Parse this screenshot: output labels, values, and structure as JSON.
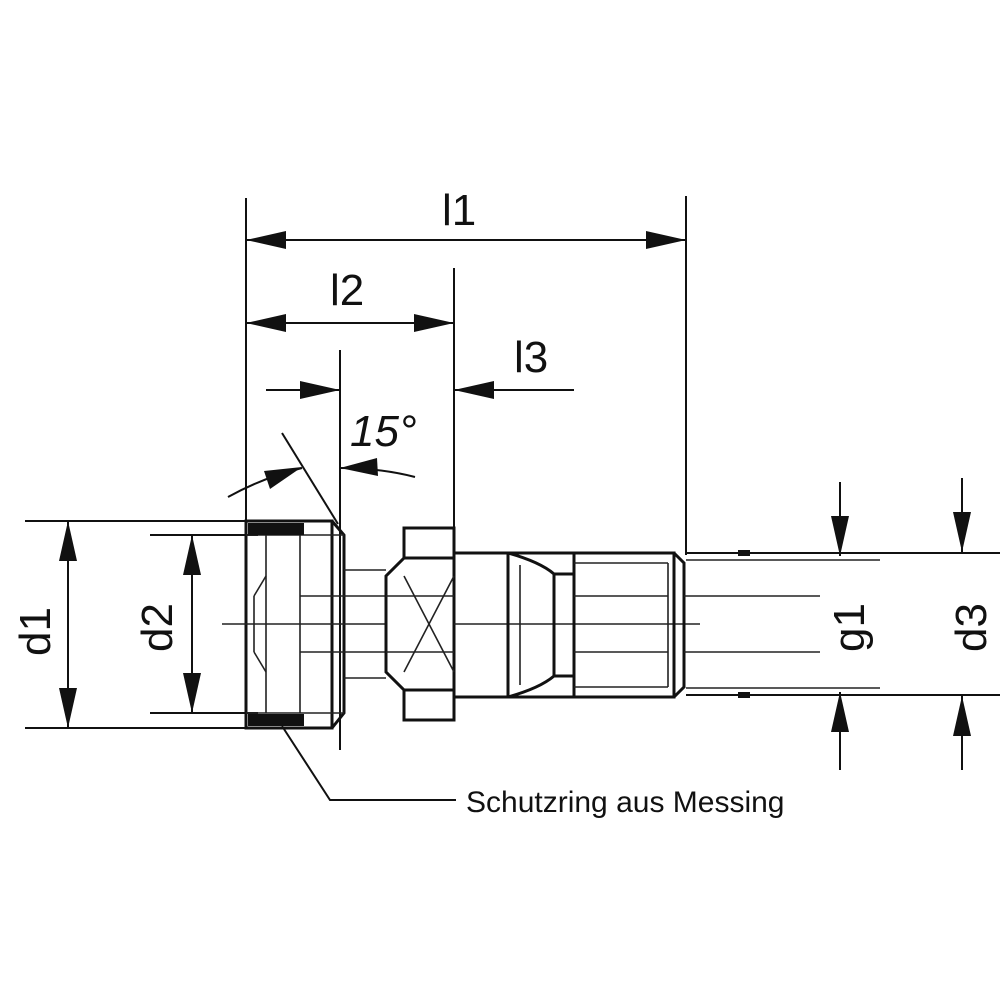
{
  "labels": {
    "l1": "l1",
    "l2": "l2",
    "l3": "l3",
    "angle": "15°",
    "d1": "d1",
    "d2": "d2",
    "g1": "g1",
    "d3": "d3",
    "note": "Schutzring aus Messing"
  },
  "colors": {
    "line": "#111111",
    "background": "#ffffff"
  }
}
